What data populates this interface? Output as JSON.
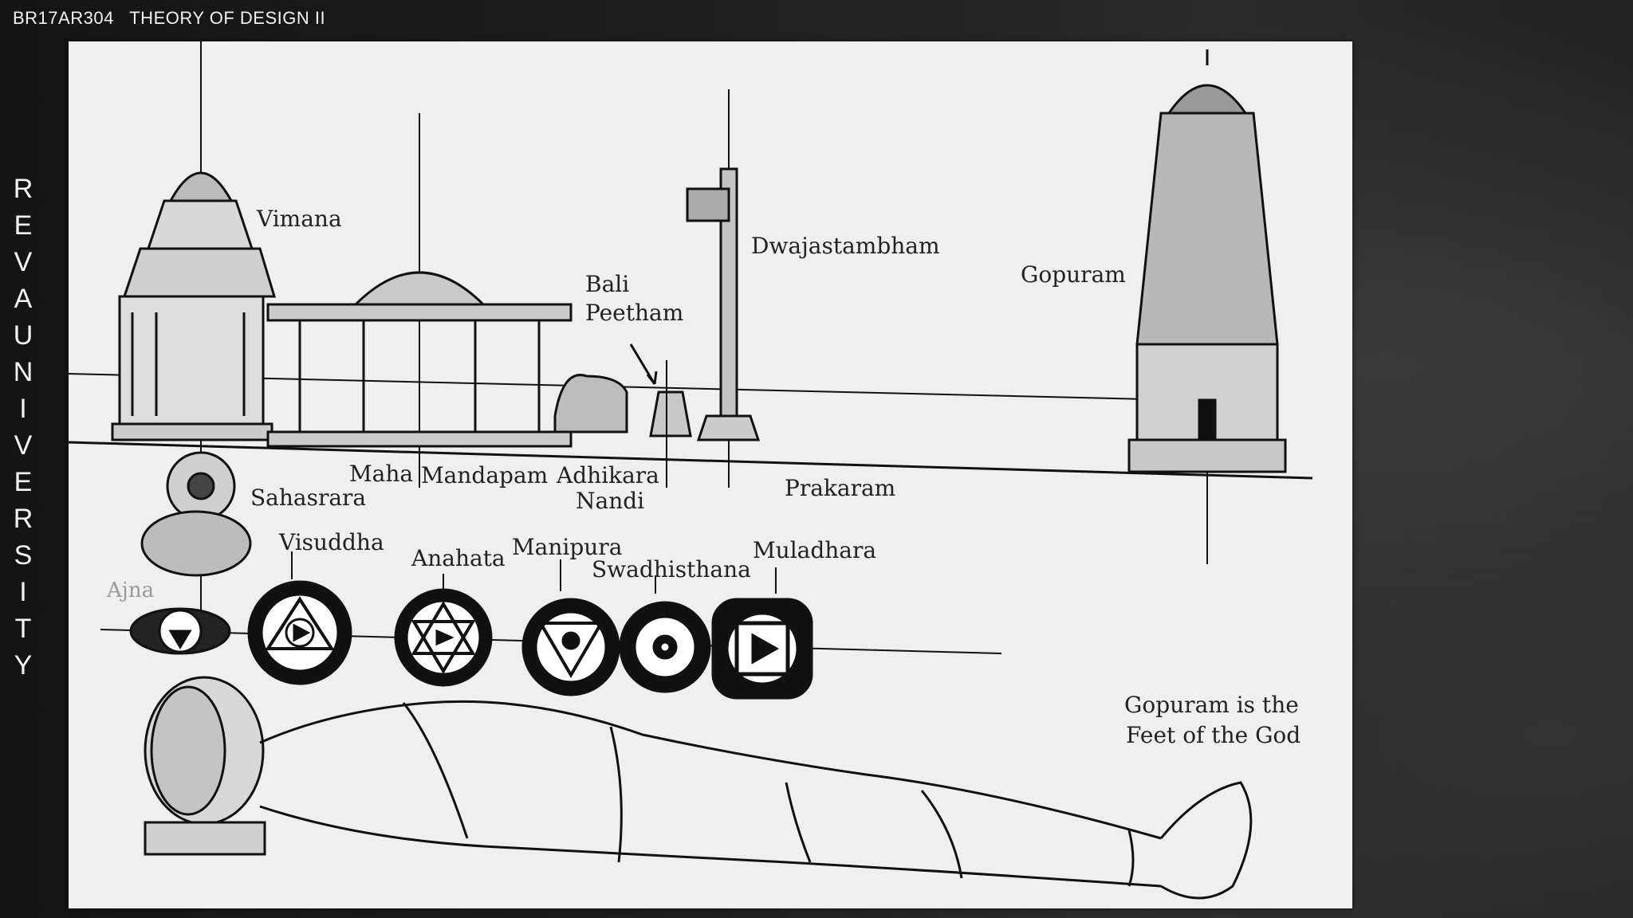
{
  "header": {
    "course": "BR17AR304   THEORY OF DESIGN II"
  },
  "sidebar": {
    "letters": [
      "R",
      "E",
      "V",
      "A",
      "U",
      "N",
      "I",
      "V",
      "E",
      "R",
      "S",
      "I",
      "T",
      "Y"
    ]
  },
  "diagram": {
    "temple_labels": {
      "vimana": "Vimana",
      "maha": "Maha",
      "mandapam": "Mandapam",
      "bali_line1": "Bali",
      "bali_line2": "Peetham",
      "dwajastambham": "Dwajastambham",
      "gopuram": "Gopuram",
      "adhikara": "Adhikara",
      "nandi": "Nandi",
      "prakaram": "Prakaram"
    },
    "chakra_labels": {
      "sahasrara": "Sahasrara",
      "ajna": "Ajna",
      "visuddha": "Visuddha",
      "anahata": "Anahata",
      "manipura": "Manipura",
      "swadhisthana": "Swadhisthana",
      "muladhara": "Muladhara"
    },
    "caption_line1": "Gopuram is the",
    "caption_line2": "Feet of the God"
  }
}
